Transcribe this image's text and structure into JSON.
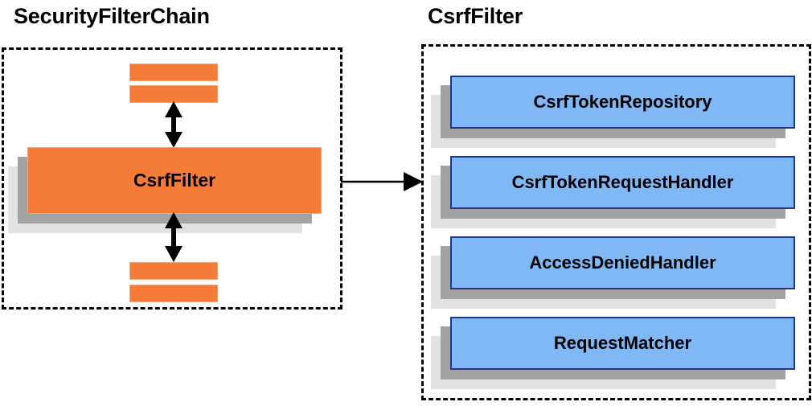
{
  "diagram": {
    "type": "component-relationship-diagram",
    "background": "#ffffff",
    "colors": {
      "orange_fill": "#F47B38",
      "orange_border": "#F9A477",
      "blue_fill": "#7FB8F5",
      "blue_border": "#24348C",
      "shadow_near": "#a3a3a3",
      "shadow_far": "#e2e2e2",
      "panel_border": "#000000",
      "text": "#000000"
    }
  },
  "panels": [
    {
      "id": "security-filter-chain",
      "title": "SecurityFilterChain",
      "style": "dashed-box"
    },
    {
      "id": "csrf-filter",
      "title": "CsrfFilter",
      "style": "dashed-box"
    }
  ],
  "left_panel": {
    "title": "SecurityFilterChain",
    "stub_bars_top": [
      "",
      ""
    ],
    "highlighted_component": {
      "label": "CsrfFilter",
      "color": "#F47B38",
      "shadowed": true
    },
    "stub_bars_bottom": [
      "",
      ""
    ],
    "arrows": [
      {
        "name": "arrow-chain-above",
        "direction": "bidirectional-vertical"
      },
      {
        "name": "arrow-chain-below",
        "direction": "bidirectional-vertical"
      }
    ]
  },
  "right_panel": {
    "title": "CsrfFilter",
    "components": [
      {
        "label": "CsrfTokenRepository",
        "color": "#7FB8F5"
      },
      {
        "label": "CsrfTokenRequestHandler",
        "color": "#7FB8F5"
      },
      {
        "label": "AccessDeniedHandler",
        "color": "#7FB8F5"
      },
      {
        "label": "RequestMatcher",
        "color": "#7FB8F5"
      }
    ]
  },
  "connector": {
    "name": "expand-arrow",
    "from": "security-filter-chain",
    "to": "csrf-filter",
    "direction": "right",
    "label": ""
  }
}
